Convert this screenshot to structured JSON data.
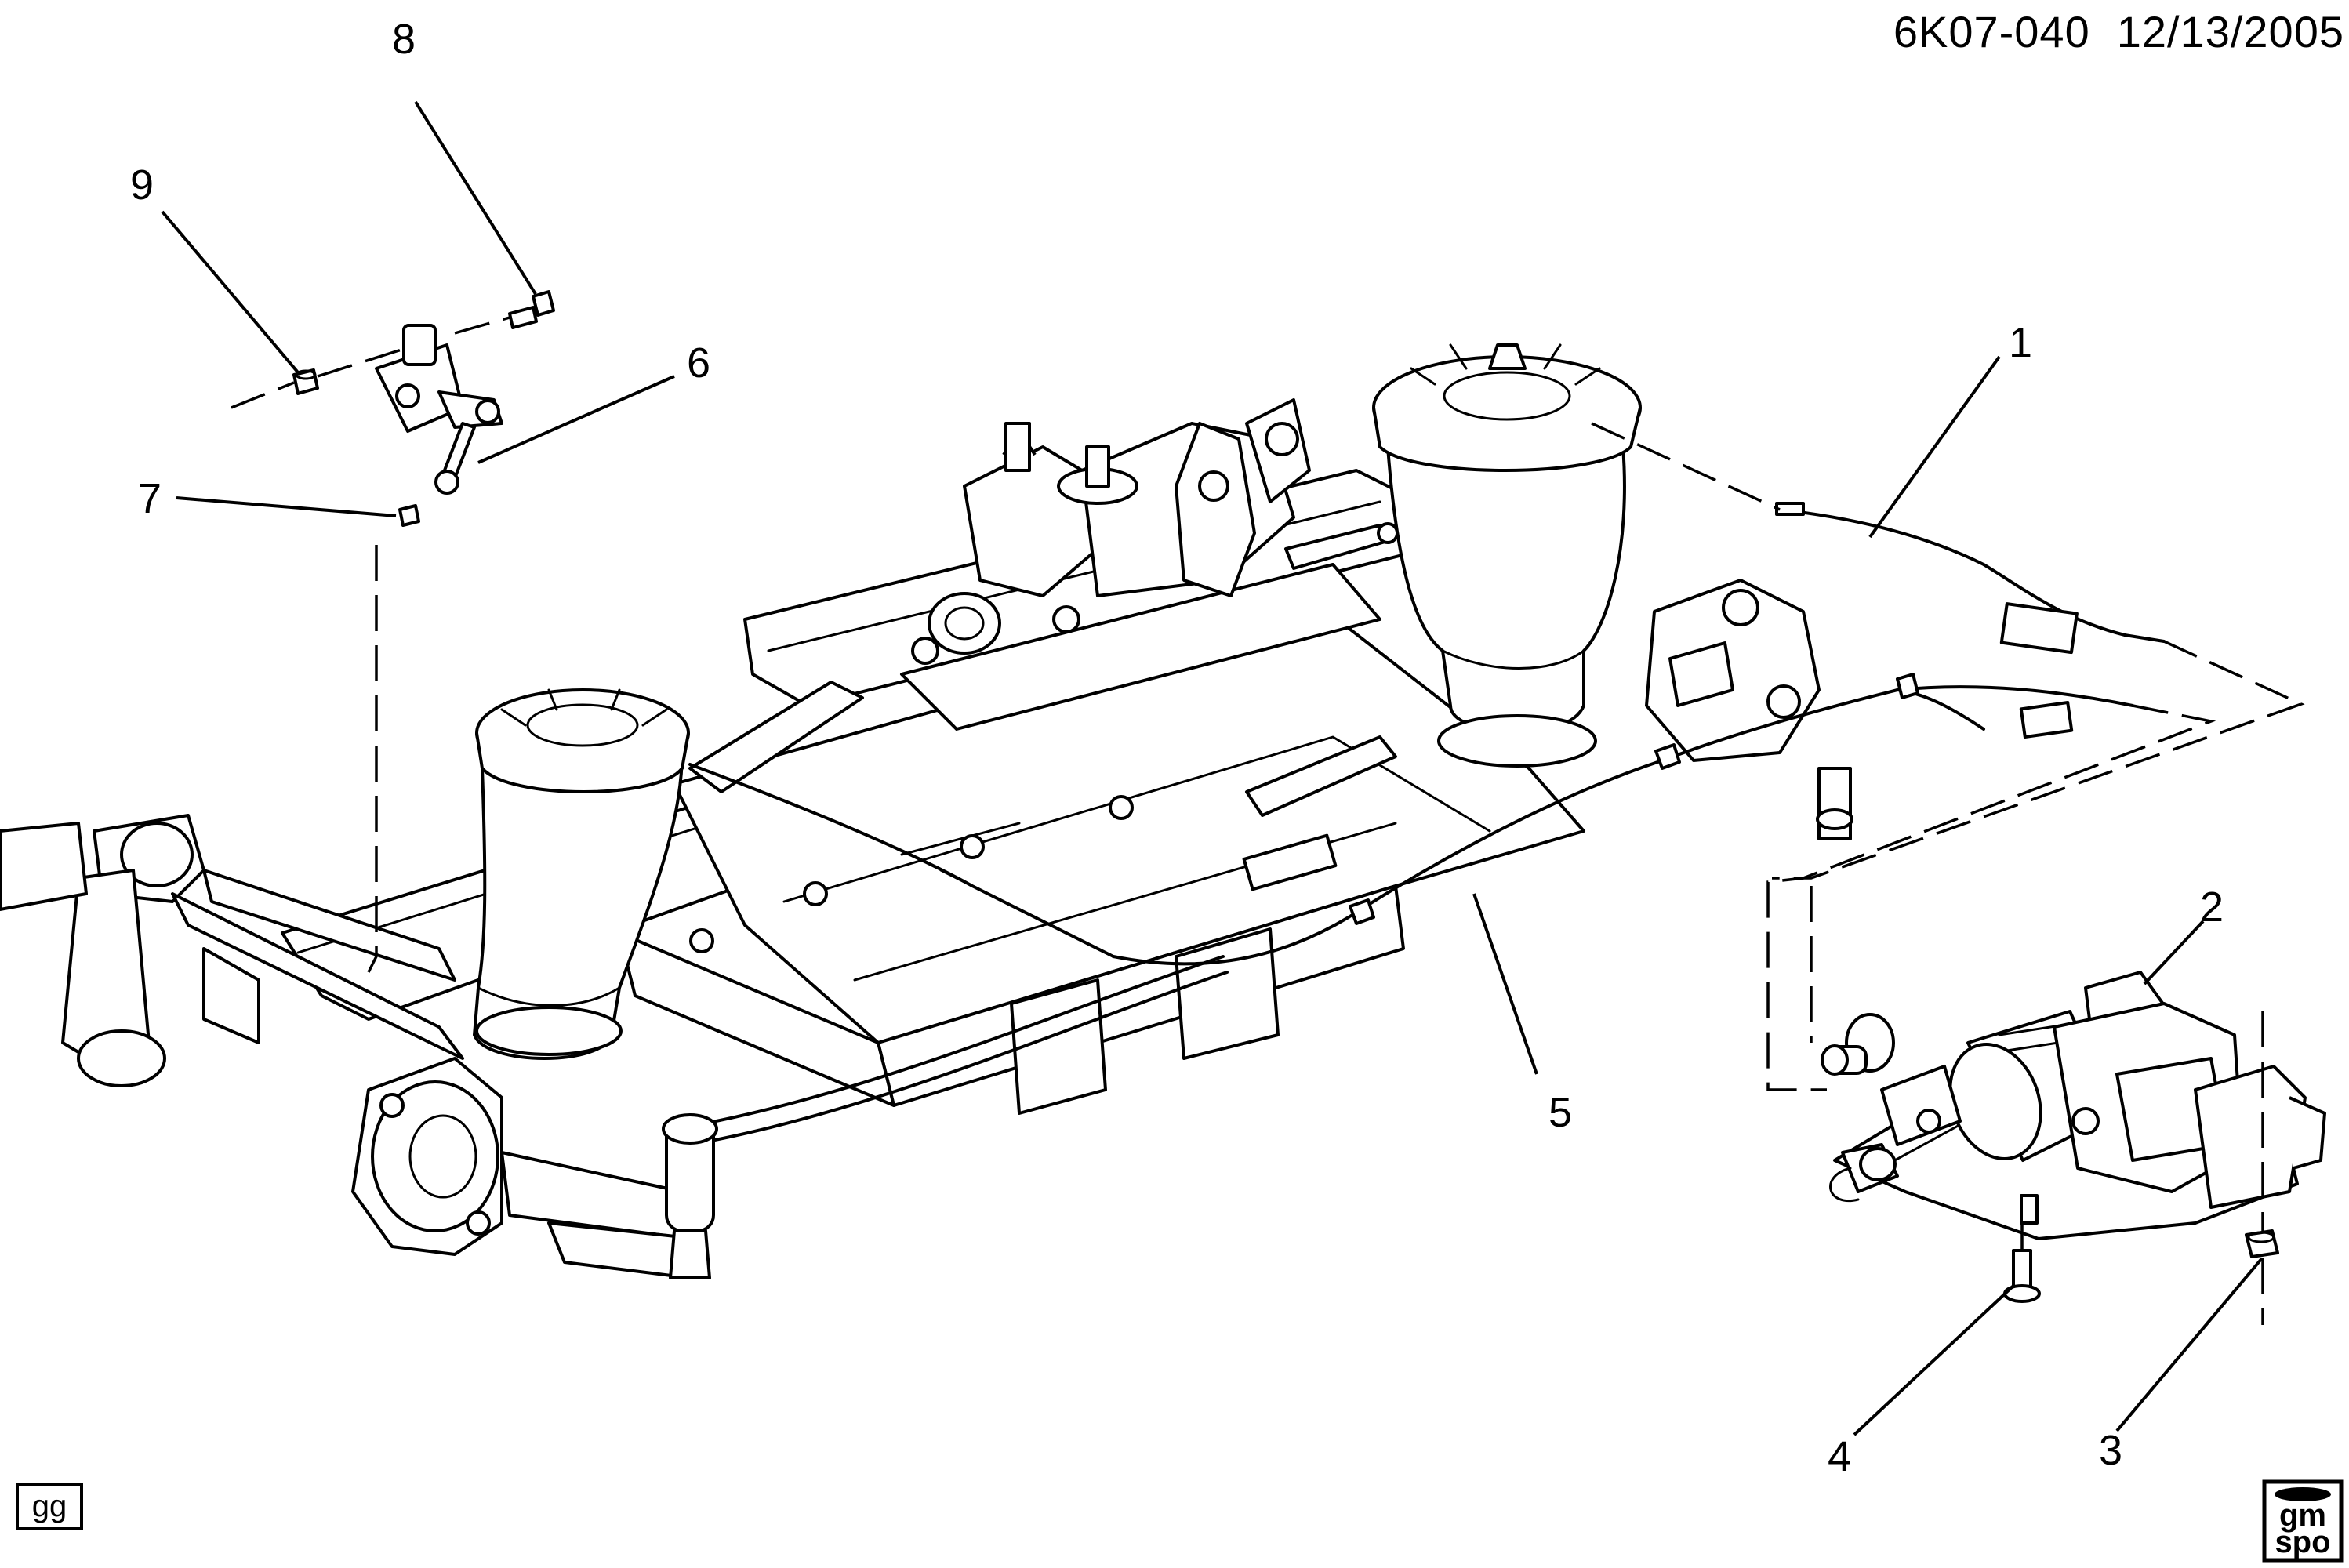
{
  "header": {
    "diagram_code": "6K07-040",
    "date": "12/13/2005"
  },
  "callouts": [
    {
      "id": "1",
      "label": "1"
    },
    {
      "id": "2",
      "label": "2"
    },
    {
      "id": "3",
      "label": "3"
    },
    {
      "id": "4",
      "label": "4"
    },
    {
      "id": "5",
      "label": "5"
    },
    {
      "id": "6",
      "label": "6"
    },
    {
      "id": "7",
      "label": "7"
    },
    {
      "id": "8",
      "label": "8"
    },
    {
      "id": "9",
      "label": "9"
    }
  ],
  "footer": {
    "gg_box": "gg",
    "logo_line1": "gm",
    "logo_line2": "spo"
  }
}
